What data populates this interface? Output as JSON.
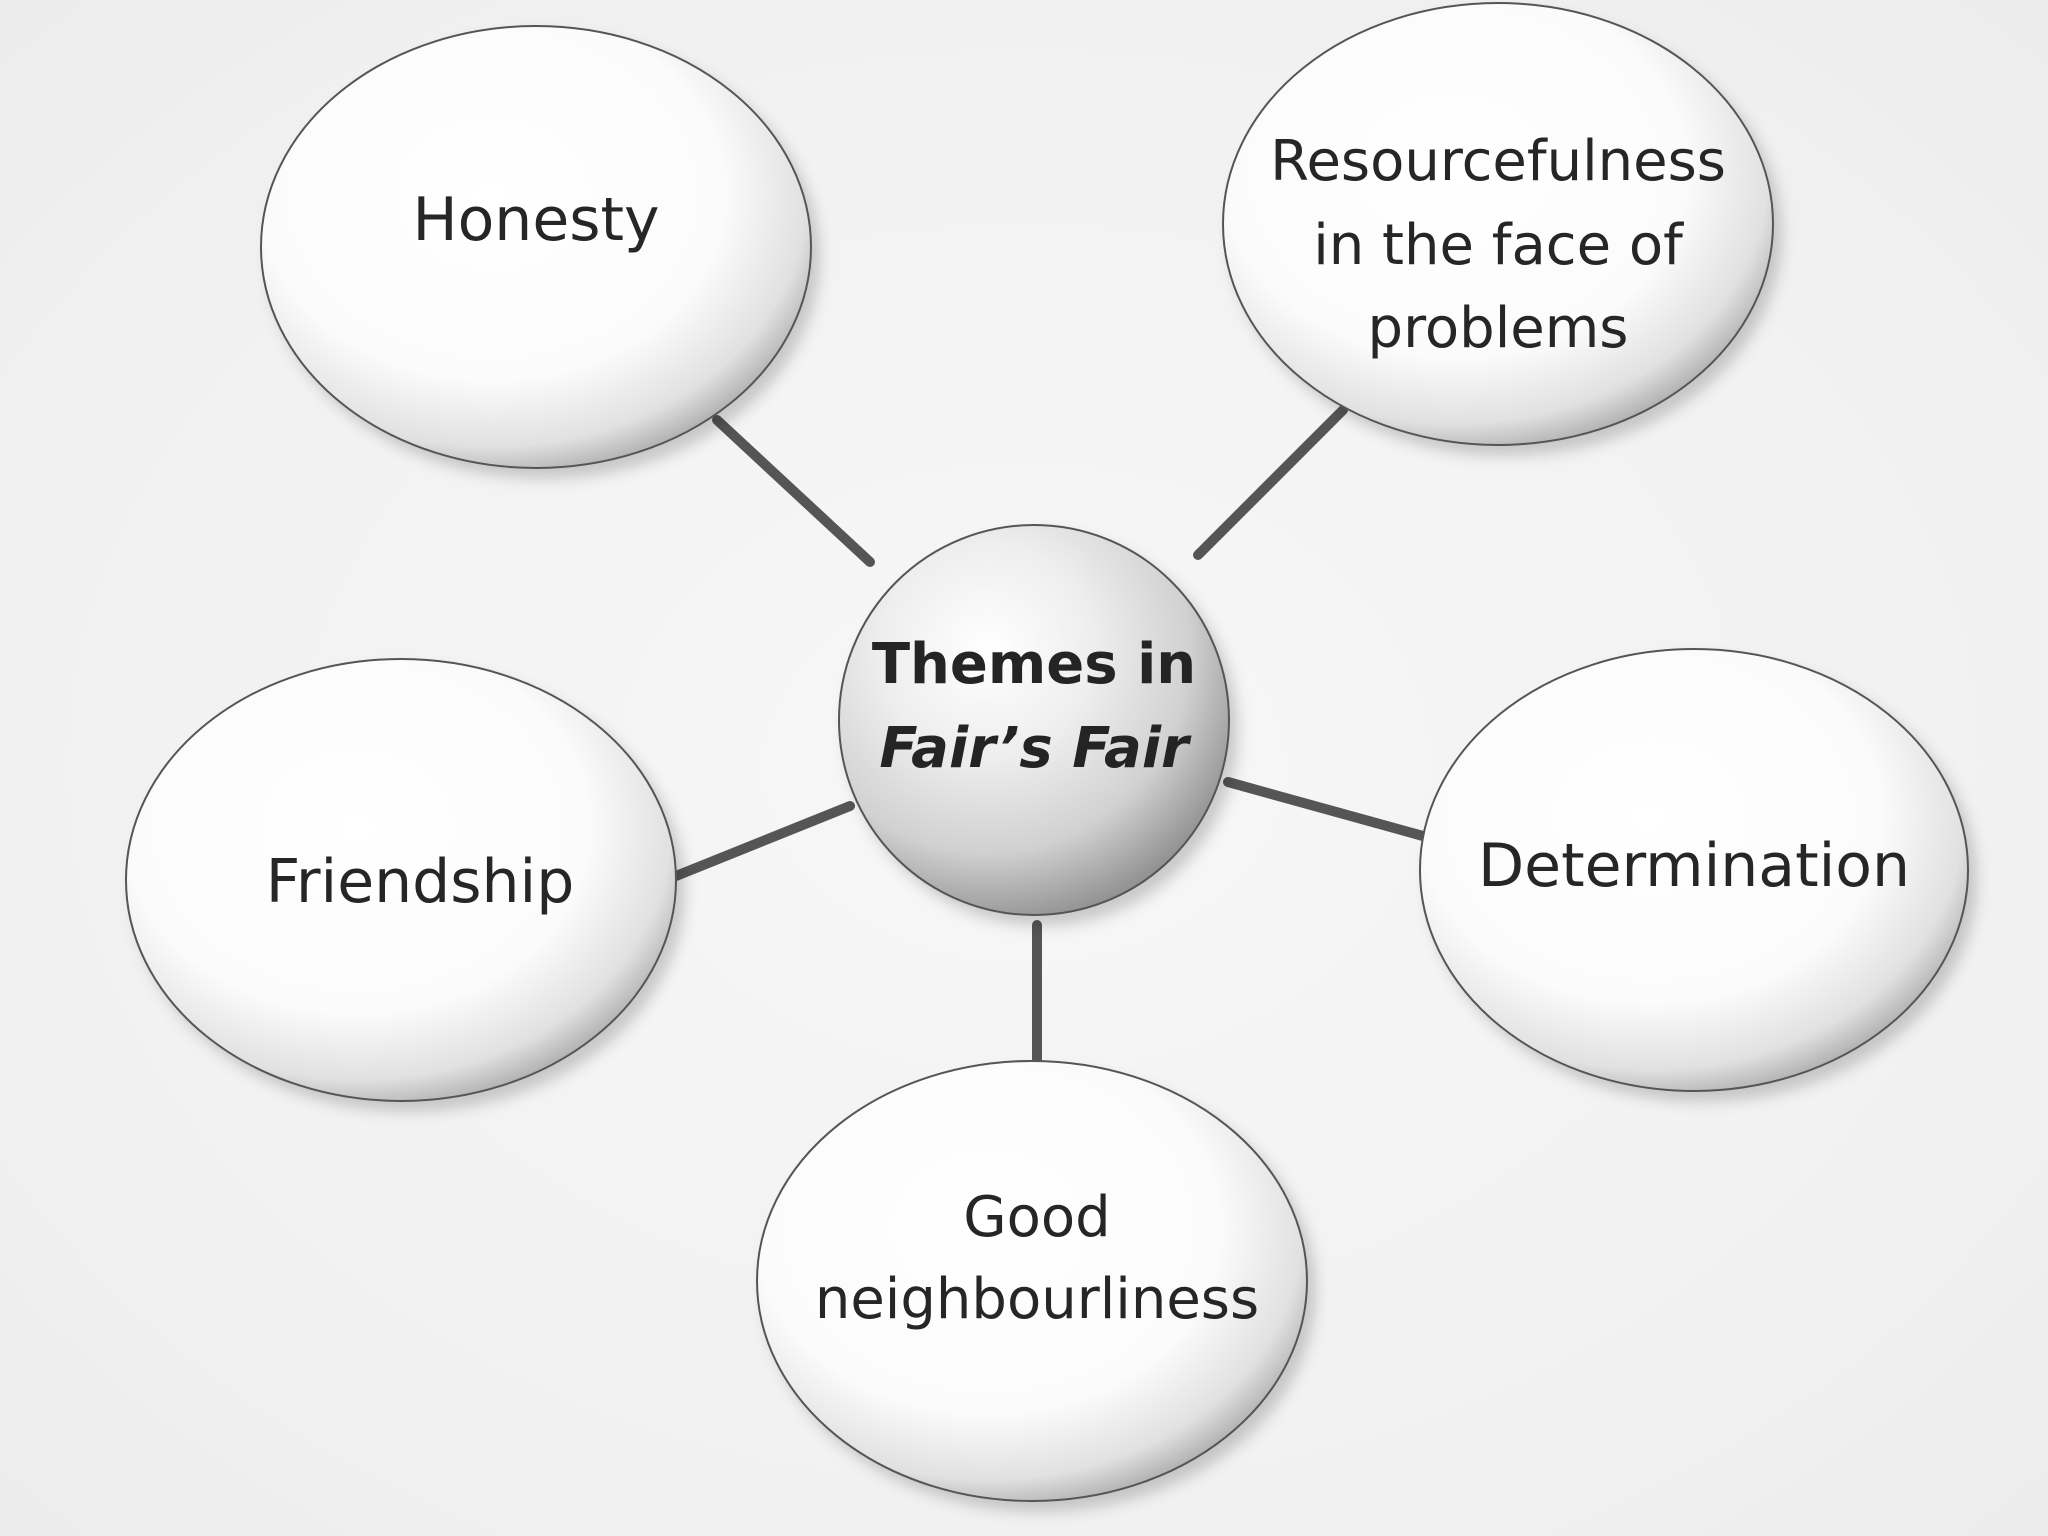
{
  "diagram": {
    "center": {
      "line1": "Themes in",
      "line2": "Fair’s Fair"
    },
    "nodes": [
      {
        "id": "honesty",
        "lines": [
          "Honesty"
        ]
      },
      {
        "id": "resourcefulness",
        "lines": [
          "Resourcefulness",
          "in the face of",
          "problems"
        ]
      },
      {
        "id": "friendship",
        "lines": [
          "Friendship"
        ]
      },
      {
        "id": "determination",
        "lines": [
          "Determination"
        ]
      },
      {
        "id": "good-neighbourliness",
        "lines": [
          "Good",
          "neighbourliness"
        ]
      }
    ]
  }
}
